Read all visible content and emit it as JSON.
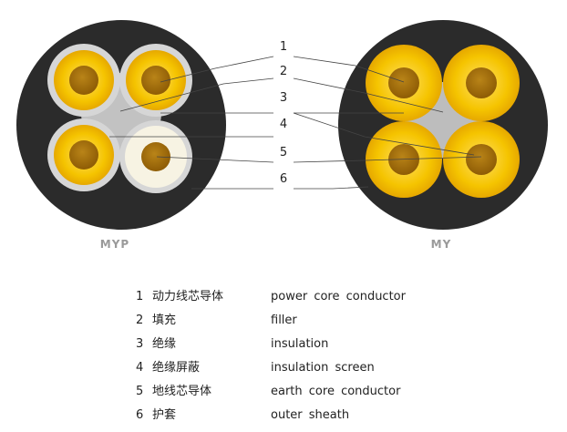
{
  "cables": {
    "left": {
      "name": "MYP"
    },
    "right": {
      "name": "MY"
    }
  },
  "callout_numbers": [
    "1",
    "2",
    "3",
    "4",
    "5",
    "6"
  ],
  "legend": [
    {
      "num": "1",
      "cn": "动力线芯导体",
      "en": "power core conductor"
    },
    {
      "num": "2",
      "cn": "填充",
      "en": "filler"
    },
    {
      "num": "3",
      "cn": "绝缘",
      "en": "insulation"
    },
    {
      "num": "4",
      "cn": "绝缘屏蔽",
      "en": "insulation screen"
    },
    {
      "num": "5",
      "cn": "地线芯导体",
      "en": "earth core conductor"
    },
    {
      "num": "6",
      "cn": "护套",
      "en": "outer sheath"
    }
  ],
  "colors": {
    "sheath": "#2b2b2b",
    "filler": "#bcbcbc",
    "screen": "#d6d6d6",
    "insulation_yellow": "#f3b800",
    "insulation_earth": "#f6f2e2",
    "conductor": "#a5700a",
    "leader_line": "#444444"
  }
}
